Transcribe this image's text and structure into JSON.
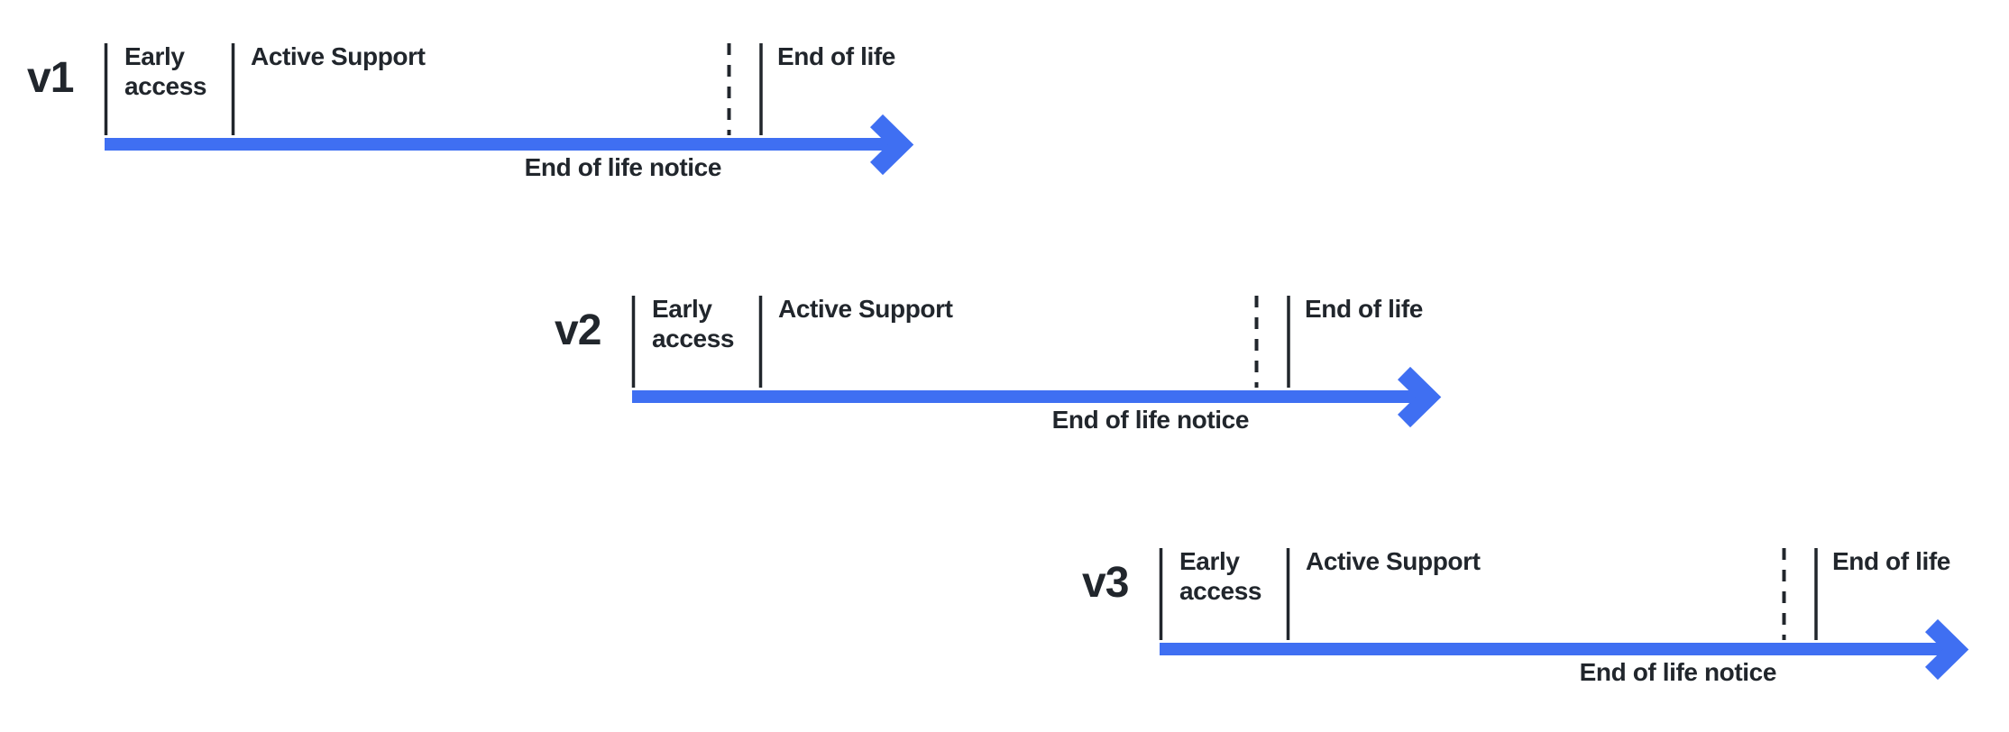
{
  "diagram": {
    "colors": {
      "arrow": "#3F6FF2",
      "line": "#21262C",
      "text": "#21262C",
      "background": "#FFFFFF"
    },
    "versions": [
      {
        "label": "v1",
        "phases": {
          "early_access": "Early access",
          "active_support": "Active Support",
          "end_of_life": "End of life"
        },
        "notice": "End of life notice"
      },
      {
        "label": "v2",
        "phases": {
          "early_access": "Early access",
          "active_support": "Active Support",
          "end_of_life": "End of life"
        },
        "notice": "End of life notice"
      },
      {
        "label": "v3",
        "phases": {
          "early_access": "Early access",
          "active_support": "Active Support",
          "end_of_life": "End of life"
        },
        "notice": "End of life notice"
      }
    ]
  }
}
